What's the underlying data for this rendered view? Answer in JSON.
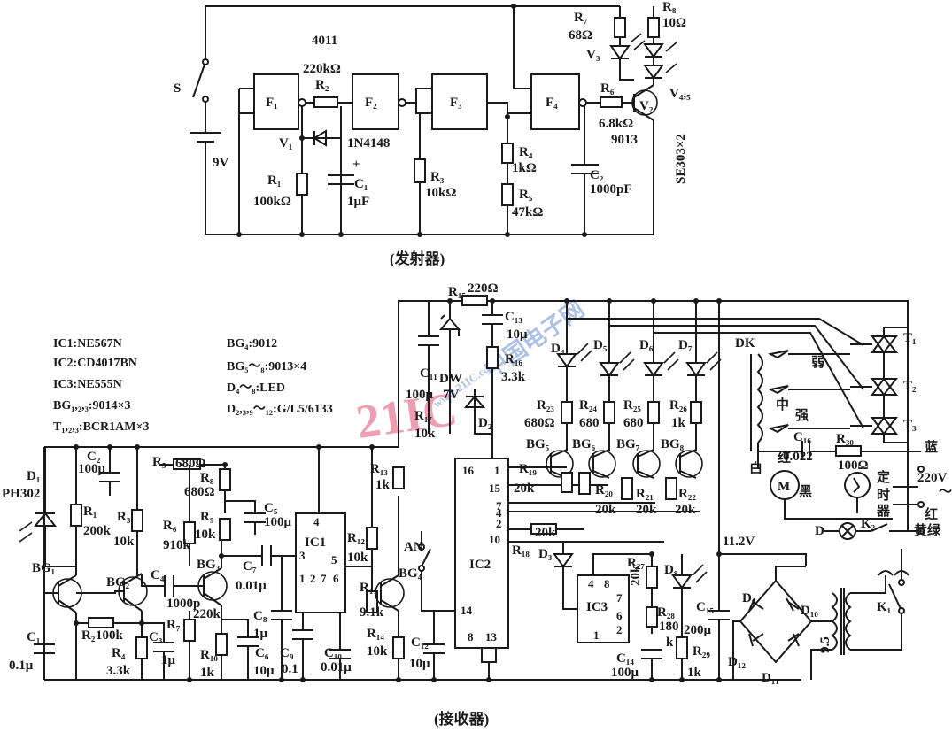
{
  "transmitter": {
    "caption": "(发射器)",
    "chip": "4011",
    "gates": [
      "F₁",
      "F₂",
      "F₃",
      "F₄"
    ],
    "switch": "S",
    "battery": "9V",
    "r1": [
      "R₁",
      "100kΩ"
    ],
    "r2": [
      "R₂",
      "220kΩ"
    ],
    "r3": [
      "R₃",
      "10kΩ"
    ],
    "r4": [
      "R₄",
      "1kΩ"
    ],
    "r5": [
      "R₅",
      "47kΩ"
    ],
    "r6": [
      "R₆",
      "6.8kΩ"
    ],
    "r7": [
      "R₇",
      "68Ω"
    ],
    "r8": [
      "R₈",
      "10Ω"
    ],
    "v1": [
      "V₁",
      "1N4148"
    ],
    "c1": [
      "C₁",
      "1μF"
    ],
    "c2": [
      "C₂",
      "1000pF"
    ],
    "v2": [
      "V₂",
      "9013"
    ],
    "v3": "V₃",
    "v45": "V₄,₅",
    "se": "SE303×2"
  },
  "receiver": {
    "caption": "(接收器)",
    "notes": [
      "IC1:NE567N",
      "IC2:CD4017BN",
      "IC3:NE555N",
      "BG₁,₂,₃:9014×3",
      "T₁,₂,₃:BCR1AM×3",
      "BG₄:9012",
      "BG₅～₈:9013×4",
      "D₄～₈:LED",
      "D₂,₃,₉～₁₂:G/L5/6133"
    ],
    "d1": [
      "D₁",
      "PH302"
    ],
    "bg": [
      "BG₁",
      "BG₂",
      "BG₃",
      "BG₄",
      "BG₅",
      "BG₆",
      "BG₇",
      "BG₈"
    ],
    "ic1": {
      "name": "IC1",
      "pins": [
        "4",
        "3",
        "5",
        "1",
        "2",
        "7",
        "6"
      ]
    },
    "ic2": {
      "name": "IC2",
      "pins": [
        "16",
        "1",
        "15",
        "7",
        "4",
        "2",
        "10",
        "14",
        "8",
        "13"
      ]
    },
    "ic3": {
      "name": "IC3",
      "pins": [
        "4",
        "8",
        "7",
        "6",
        "2",
        "1"
      ]
    },
    "resistors": [
      [
        "R₁",
        "200k"
      ],
      [
        "R₂",
        "100k"
      ],
      [
        "R₃",
        "10k"
      ],
      [
        "R₄",
        "3.3k"
      ],
      [
        "R₅",
        "680Ω"
      ],
      [
        "R₆",
        "910k"
      ],
      [
        "R₇",
        "220k"
      ],
      [
        "R₈",
        "680Ω"
      ],
      [
        "R₉",
        "10k"
      ],
      [
        "R₁₀",
        "1k"
      ],
      [
        "R₁₁",
        "9.1k"
      ],
      [
        "R₁₂",
        "10k"
      ],
      [
        "R₁₃",
        "1k"
      ],
      [
        "R₁₄",
        "10k"
      ],
      [
        "R₁₅",
        "220Ω"
      ],
      [
        "R₁₆",
        "3.3k"
      ],
      [
        "R₁₇",
        "10k"
      ],
      [
        "R₁₈",
        "20k"
      ],
      [
        "R₁₉",
        "20k"
      ],
      [
        "R₂₀",
        "20k"
      ],
      [
        "R₂₁",
        "20k"
      ],
      [
        "R₂₂",
        "20k"
      ],
      [
        "R₂₃",
        "680Ω"
      ],
      [
        "R₂₄",
        "680"
      ],
      [
        "R₂₅",
        "680"
      ],
      [
        "R₂₆",
        "1k"
      ],
      [
        "R₂₇",
        "20k"
      ],
      [
        "R₂₈",
        "180"
      ],
      [
        "R₂₉",
        "1k"
      ],
      [
        "R₃₀",
        "100Ω"
      ]
    ],
    "capacitors": [
      [
        "C₁",
        "0.1μ"
      ],
      [
        "C₂",
        "100μ"
      ],
      [
        "C₃",
        "1μ"
      ],
      [
        "C₄",
        "1000p"
      ],
      [
        "C₅",
        "100μ"
      ],
      [
        "C₆",
        "10μ"
      ],
      [
        "C₇",
        "0.01μ"
      ],
      [
        "C₈",
        "1μ"
      ],
      [
        "C₉",
        "0.1"
      ],
      [
        "C₁₀",
        "0.01μ"
      ],
      [
        "C₁₁",
        "100μ"
      ],
      [
        "C₁₂",
        "10μ"
      ],
      [
        "C₁₃",
        "10μ"
      ],
      [
        "C₁₄",
        "100μ"
      ],
      [
        "C₁₅",
        "200μ"
      ],
      [
        "C₁₆",
        "0.022"
      ]
    ],
    "dw": [
      "DW",
      "7V"
    ],
    "d2": "D₂",
    "d3": "D₃",
    "leds": [
      "D₄",
      "D₅",
      "D₆",
      "D₇",
      "D₈"
    ],
    "bridge": [
      "D₉",
      "D₁₀",
      "D₁₁",
      "D₁₂"
    ],
    "an": "AN",
    "triacs": [
      "T₁",
      "T₂",
      "T₃"
    ],
    "dk": "DK",
    "speeds": [
      "弱",
      "中",
      "强"
    ],
    "motor": "M",
    "wires": [
      "白",
      "红",
      "黑",
      "蓝",
      "红",
      "黄绿"
    ],
    "mains": [
      "220V",
      "～"
    ],
    "timer": [
      "定",
      "时",
      "器"
    ],
    "k1": "K₁",
    "k2": "K₂",
    "lamp": "D",
    "supply": "11.2V",
    "trans_v": "9.5"
  },
  "watermark": {
    "text": "21IC",
    "site": "中国电子网",
    "url": "www.21IC.com"
  }
}
